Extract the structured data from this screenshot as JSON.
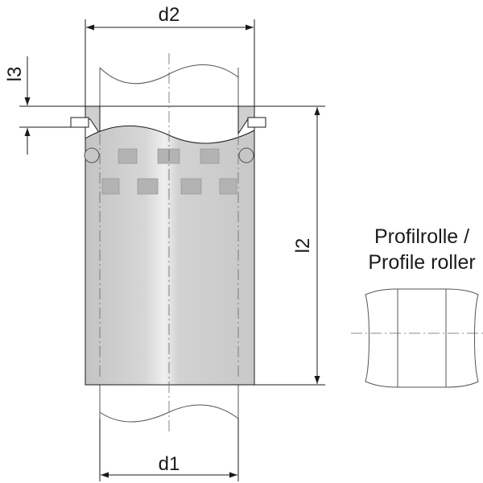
{
  "labels": {
    "d1": "d1",
    "d2": "d2",
    "l2": "l2",
    "l3": "l3"
  },
  "caption": {
    "line1": "Profilrolle /",
    "line2": "Profile roller"
  },
  "colors": {
    "line": "#1a1a1a",
    "body_fill": "#d2d2d2",
    "pad_fill": "#b3b3b3",
    "thin_line": "#555555"
  }
}
